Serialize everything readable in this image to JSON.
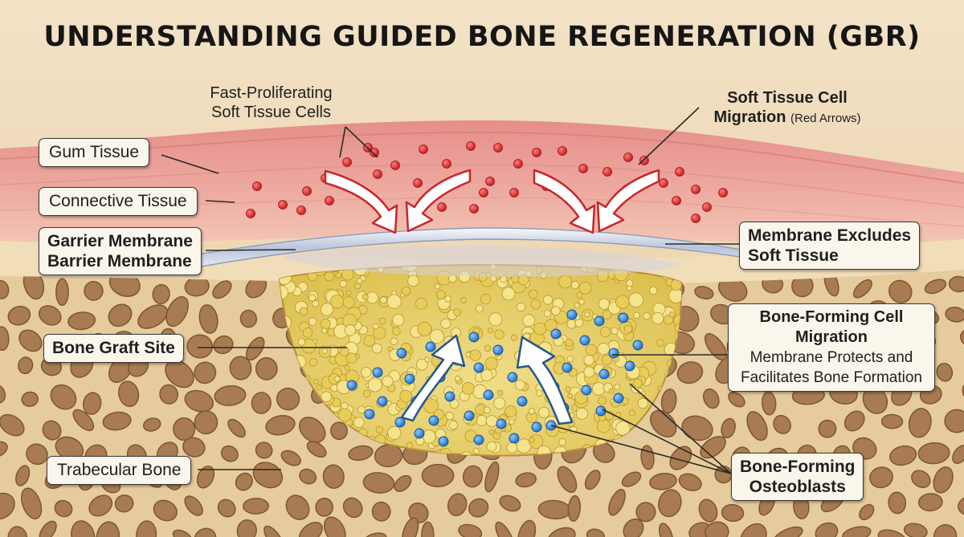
{
  "title": "UNDERSTANDING GUIDED BONE REGENERATION (GBR)",
  "labels": {
    "fast_cells_line1": "Fast-Proliferating",
    "fast_cells_line2": "Soft Tissue Cells",
    "soft_migration_line1": "Soft Tissue Cell",
    "soft_migration_line2": "Migration",
    "soft_migration_note": "(Red Arrows)",
    "gum_tissue": "Gum Tissue",
    "connective_tissue": "Connective Tissue",
    "membrane_line1": "Garrier Membrane",
    "membrane_line2": "Barrier Membrane",
    "excludes_line1": "Membrane Excludes",
    "excludes_line2": "Soft Tissue",
    "graft_site": "Bone Graft Site",
    "bone_migration_line1": "Bone-Forming Cell",
    "bone_migration_line2": "Migration",
    "bone_migration_desc1": "Membrane Protects and",
    "bone_migration_desc2": "Facilitates Bone Formation",
    "trabecular": "Trabecular Bone",
    "osteoblasts_line1": "Bone-Forming",
    "osteoblasts_line2": "Osteoblasts"
  },
  "colors": {
    "gum": "#e9a29b",
    "connective": "#f0c2b0",
    "soft_cell": "#d8252a",
    "graft": "#ecd468",
    "osteoblast": "#2a83d6",
    "bone": "#e4c89a",
    "bone_pore": "#a77950",
    "membrane": "#c9d3e3"
  }
}
